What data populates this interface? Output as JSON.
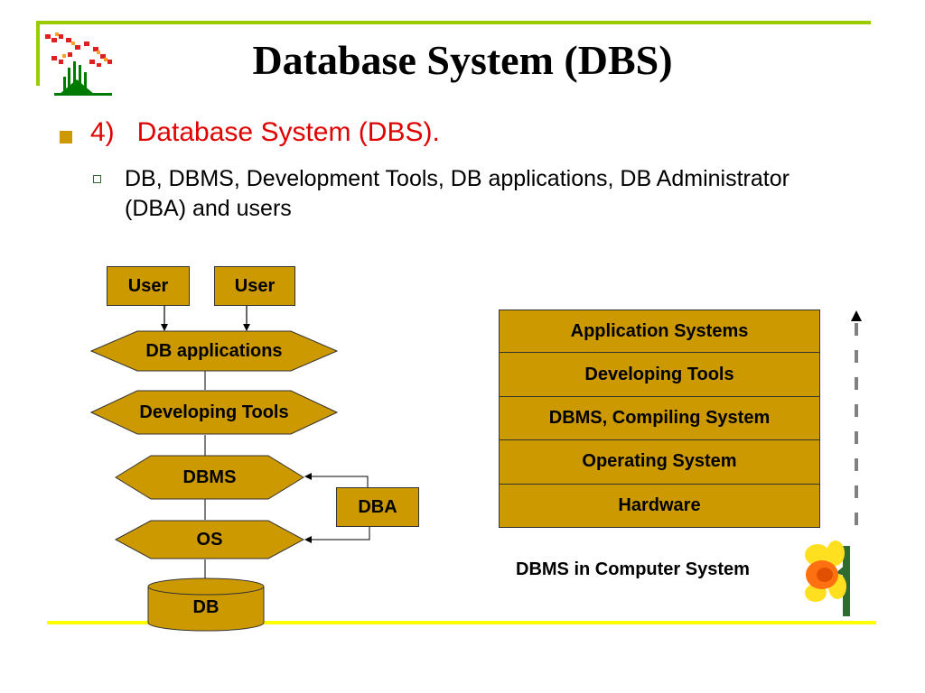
{
  "slide": {
    "title": "Database System (DBS)",
    "bullets": [
      {
        "level": 1,
        "text": "4)   Database System (DBS)."
      },
      {
        "level": 2,
        "text": "DB, DBMS, Development Tools, DB applications, DB Administrator (DBA) and users"
      }
    ]
  },
  "left_diagram": {
    "users": [
      "User",
      "User"
    ],
    "layers": [
      "DB applications",
      "Developing Tools",
      "DBMS",
      "OS"
    ],
    "dba": "DBA",
    "database": "DB"
  },
  "right_diagram": {
    "layers": [
      "Application Systems",
      "Developing Tools",
      "DBMS, Compiling System",
      "Operating System",
      "Hardware"
    ],
    "caption": "DBMS in Computer System"
  },
  "colors": {
    "box_fill": "#cc9900",
    "accent_green": "#99cc00",
    "bottom_rule": "#ffff00",
    "bullet_red": "#e00000"
  },
  "decorations": [
    "flower-clipart-icon",
    "daffodil-clipart-icon"
  ]
}
